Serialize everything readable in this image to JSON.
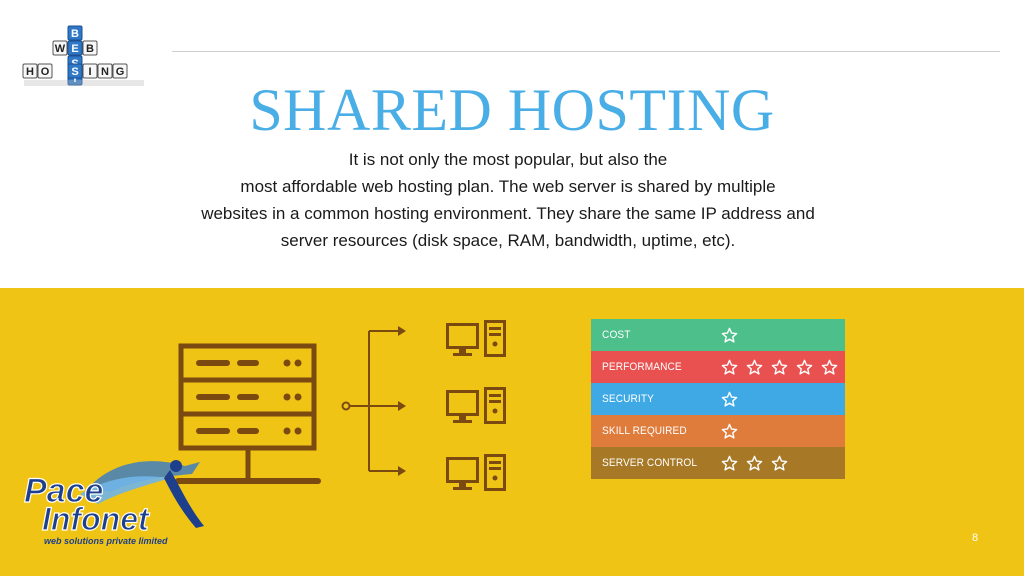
{
  "title": "SHARED HOSTING",
  "body_lines": [
    "It is not only the most popular, but also the",
    "most affordable web hosting plan. The web server is shared by multiple",
    "websites in a common hosting environment. They share the same IP address and",
    "server resources (disk space, RAM, bandwidth, uptime, etc)."
  ],
  "best_logo": {
    "letters_vertical": [
      "B",
      "E",
      "S",
      "T"
    ],
    "letters_web": [
      "W",
      "E",
      "B"
    ],
    "letters_hosting": [
      "H",
      "O",
      "S",
      "T",
      "I",
      "N",
      "G"
    ]
  },
  "pace_logo": {
    "line1": "Pace",
    "line2": "Infonet",
    "tagline": "web solutions private limited"
  },
  "rating_table": [
    {
      "label": "COST",
      "stars": 1,
      "color": "#4dbf8b"
    },
    {
      "label": "PERFORMANCE",
      "stars": 5,
      "color": "#e8514f"
    },
    {
      "label": "SECURITY",
      "stars": 1,
      "color": "#3fa9e6"
    },
    {
      "label": "SKILL REQUIRED",
      "stars": 1,
      "color": "#df7b3b"
    },
    {
      "label": "SERVER CONTROL",
      "stars": 3,
      "color": "#a77826"
    }
  ],
  "page_number": "8",
  "colors": {
    "title": "#4aaee6",
    "band": "#f0c414",
    "icon": "#7a4a10"
  },
  "icons": [
    "server-rack-icon",
    "desktop-computer-icon",
    "desktop-computer-icon",
    "desktop-computer-icon",
    "star-icon"
  ]
}
